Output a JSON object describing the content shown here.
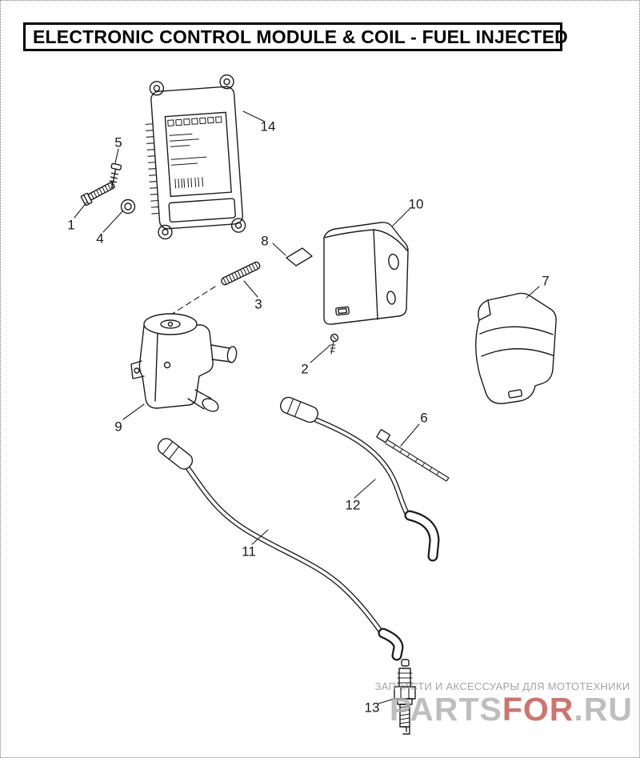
{
  "title": {
    "text": "ELECTRONIC CONTROL MODULE & COIL - FUEL INJECTED"
  },
  "callouts": [
    {
      "label": "1"
    },
    {
      "label": "2"
    },
    {
      "label": "3"
    },
    {
      "label": "4"
    },
    {
      "label": "5"
    },
    {
      "label": "6"
    },
    {
      "label": "7"
    },
    {
      "label": "8"
    },
    {
      "label": "9"
    },
    {
      "label": "10"
    },
    {
      "label": "11"
    },
    {
      "label": "12"
    },
    {
      "label": "13"
    },
    {
      "label": "14"
    }
  ],
  "watermark": {
    "tagline": "ЗАПЧАСТИ И АКСЕССУАРЫ ДЛЯ МОТОТЕХНИКИ",
    "brand": [
      {
        "text": "PARTS"
      },
      {
        "text": "FOR"
      },
      {
        "text": ".RU"
      }
    ]
  },
  "colors": {
    "line": "#1c1c1c",
    "watermark_gray": "#b0b0b0",
    "watermark_red": "#c4564f"
  }
}
